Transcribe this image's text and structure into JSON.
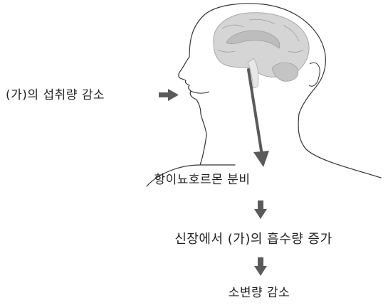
{
  "labels": {
    "intake_decrease": "(가)의 섭취량 감소",
    "adh_secretion": "항이뇨호르몬 분비",
    "kidney_absorption": "신장에서 (가)의 흡수량 증가",
    "urine_decrease": "소변량 감소"
  },
  "colors": {
    "line": "#333333",
    "arrow": "#5a5a5a",
    "brain": "#c9c9c9",
    "brain_inner": "#e2e2e2",
    "text": "#222222"
  },
  "icons": {
    "arrow_right": "right-arrow-icon",
    "arrow_down": "down-arrow-icon"
  }
}
